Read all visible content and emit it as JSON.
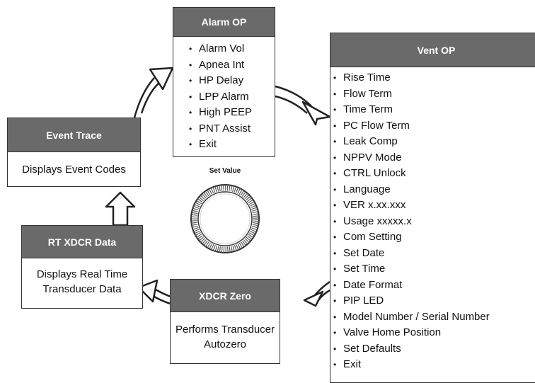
{
  "alarm_op": {
    "title": "Alarm OP",
    "items": [
      "Alarm Vol",
      "Apnea Int",
      "HP Delay",
      "LPP Alarm",
      "High PEEP",
      "PNT Assist",
      "Exit"
    ]
  },
  "vent_op": {
    "title": "Vent OP",
    "items": [
      "Rise Time",
      "Flow Term",
      "Time Term",
      "PC Flow Term",
      "Leak Comp",
      "NPPV Mode",
      "CTRL Unlock",
      "Language",
      "VER x.xx.xxx",
      "Usage xxxxx.x",
      "Com Setting",
      "Set Date",
      "Set Time",
      "Date Format",
      "PIP LED",
      "Model Number / Serial Number",
      "Valve Home Position",
      "Set Defaults",
      "Exit"
    ]
  },
  "event_trace": {
    "title": "Event Trace",
    "description": "Displays Event Codes"
  },
  "rt_xdcr": {
    "title": "RT XDCR Data",
    "line1": "Displays Real Time",
    "line2": "Transducer Data"
  },
  "xdcr_zero": {
    "title": "XDCR Zero",
    "line1": "Performs Transducer",
    "line2": "Autozero"
  },
  "dial": {
    "label": "Set Value"
  },
  "colors": {
    "header": "#6a6a6a",
    "border": "#333333",
    "arrow": "#222222"
  }
}
